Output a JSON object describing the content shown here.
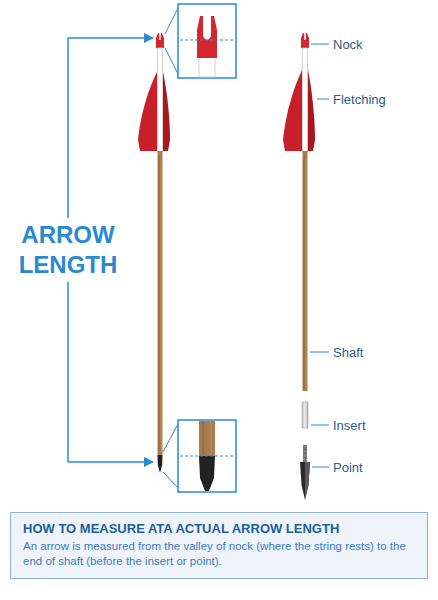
{
  "diagram": {
    "nodes": [
      {
        "text": [
          "HOW TO MEASURE ATA ACTUAL ARROW LENGTH",
          "An arrow is measured from the valley of nock (where the string rests) to the end of shaft (before the insert or point)."
        ]
      }
    ],
    "labels": [
      "ARROW LENGTH",
      "Nock",
      "Fletching",
      "Shaft",
      "Insert",
      "Point"
    ]
  }
}
